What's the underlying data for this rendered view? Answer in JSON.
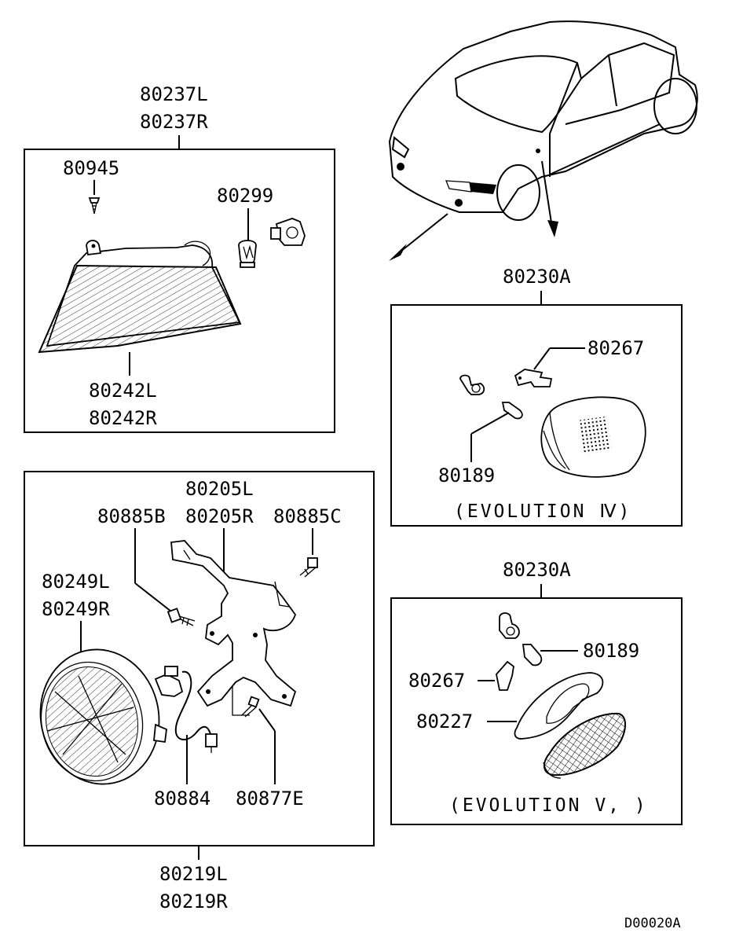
{
  "diagram": {
    "labels": {
      "corner_lamp_l": "80237L",
      "corner_lamp_r": "80237R",
      "screw": "80945",
      "bulb_corner": "80299",
      "lens_l": "80242L",
      "lens_r": "80242R",
      "side_marker_a1": "80230A",
      "bracket_clip_4": "80267",
      "bulb_marker_4": "80189",
      "note_evo4": "(EVOLUTION Ⅳ)",
      "bracket_l": "80205L",
      "bracket_r": "80205R",
      "bolt_b": "80885B",
      "bolt_c": "80885C",
      "fog_lamp_l": "80249L",
      "fog_lamp_r": "80249R",
      "harness": "80884",
      "screw_e": "80877E",
      "fog_assy_l": "80219L",
      "fog_assy_r": "80219R",
      "side_marker_a2": "80230A",
      "bulb_marker_5": "80189",
      "bracket_clip_5": "80267",
      "gasket": "80227",
      "note_evo5": "(EVOLUTION V,  )",
      "drawing_code": "D00020A"
    }
  }
}
